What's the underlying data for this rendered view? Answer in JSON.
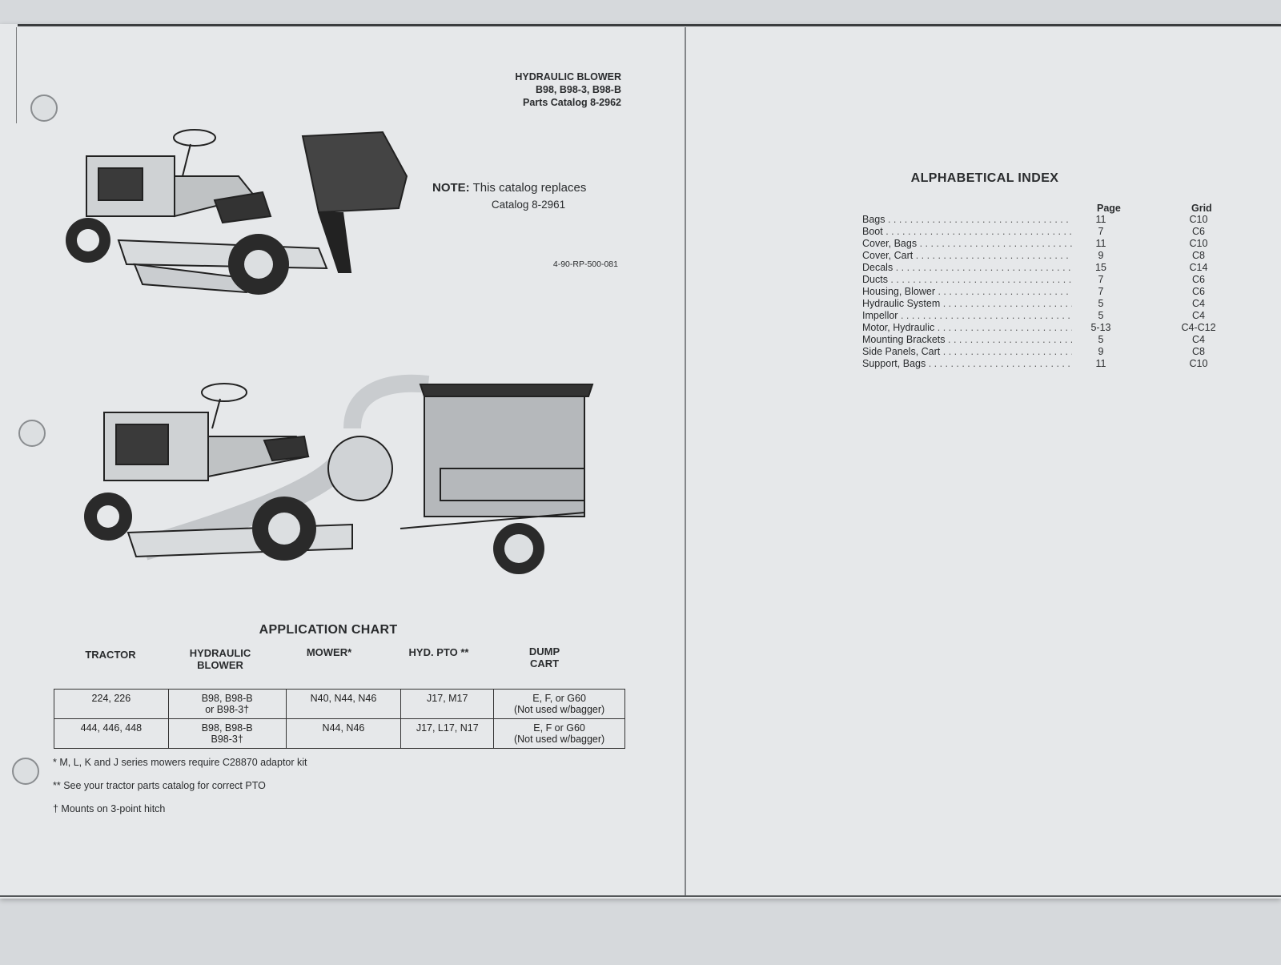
{
  "header": {
    "title": "HYDRAULIC BLOWER",
    "models": "B98, B98-3, B98-B",
    "catalog": "Parts Catalog 8-2962"
  },
  "note": {
    "label": "NOTE:",
    "text": "This catalog replaces",
    "catalog": "Catalog 8-2961"
  },
  "doc_number": "4-90-RP-500-081",
  "illustrations": {
    "top": "tractor-with-bagger-icon",
    "bottom": "tractor-with-dump-cart-icon"
  },
  "application_chart": {
    "title": "APPLICATION CHART",
    "columns": [
      {
        "line1": "TRACTOR",
        "line2": ""
      },
      {
        "line1": "HYDRAULIC",
        "line2": "BLOWER"
      },
      {
        "line1": "MOWER*",
        "line2": ""
      },
      {
        "line1": "HYD. PTO **",
        "line2": ""
      },
      {
        "line1": "DUMP",
        "line2": "CART"
      }
    ],
    "rows": [
      {
        "tractor": "224, 226",
        "blower": "B98, B98-B",
        "blower2": "or B98-3†",
        "mower": "N40, N44, N46",
        "pto": "J17, M17",
        "cart": "E, F, or G60",
        "cart2": "(Not used w/bagger)"
      },
      {
        "tractor": "444, 446, 448",
        "blower": "B98, B98-B",
        "blower2": "B98-3†",
        "mower": "N44, N46",
        "pto": "J17, L17, N17",
        "cart": "E, F or G60",
        "cart2": "(Not used w/bagger)"
      }
    ],
    "footnotes": [
      "* M, L, K and J series mowers require C28870 adaptor kit",
      "** See your tractor parts catalog for correct PTO",
      "† Mounts on 3-point hitch"
    ]
  },
  "index": {
    "title": "ALPHABETICAL INDEX",
    "page_header": "Page",
    "grid_header": "Grid",
    "entries": [
      {
        "name": "Bags",
        "page": "11",
        "grid": "C10"
      },
      {
        "name": "Boot",
        "page": "7",
        "grid": "C6"
      },
      {
        "name": "Cover, Bags",
        "page": "11",
        "grid": "C10"
      },
      {
        "name": "Cover, Cart",
        "page": "9",
        "grid": "C8"
      },
      {
        "name": "Decals",
        "page": "15",
        "grid": "C14"
      },
      {
        "name": "Ducts",
        "page": "7",
        "grid": "C6"
      },
      {
        "name": "Housing, Blower",
        "page": "7",
        "grid": "C6"
      },
      {
        "name": "Hydraulic System",
        "page": "5",
        "grid": "C4"
      },
      {
        "name": "Impellor",
        "page": "5",
        "grid": "C4"
      },
      {
        "name": "Motor, Hydraulic",
        "page": "5-13",
        "grid": "C4-C12"
      },
      {
        "name": "Mounting Brackets",
        "page": "5",
        "grid": "C4"
      },
      {
        "name": "Side Panels, Cart",
        "page": "9",
        "grid": "C8"
      },
      {
        "name": "Support, Bags",
        "page": "11",
        "grid": "C10"
      }
    ]
  }
}
